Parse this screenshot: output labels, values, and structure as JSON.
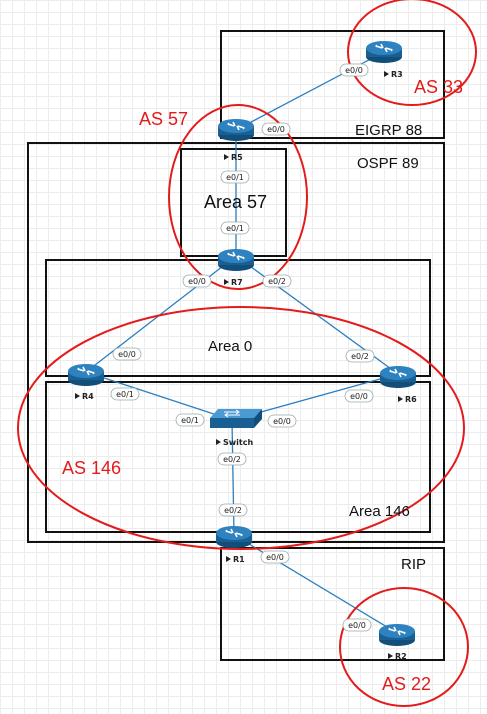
{
  "zones": {
    "eigrp": "EIGRP  88",
    "ospf": "OSPF 89",
    "rip": "RIP",
    "area57": "Area 57",
    "area0": "Area 0",
    "area146": "Area 146"
  },
  "as_labels": {
    "as57": "AS 57",
    "as33": "AS 33",
    "as146": "AS 146",
    "as22": "AS 22"
  },
  "devices": {
    "r1": "R1",
    "r2": "R2",
    "r3": "R3",
    "r4": "R4",
    "r5": "R5",
    "r6": "R6",
    "r7": "R7",
    "switch": "Switch"
  },
  "interfaces": {
    "r3_e00": "e0/0",
    "r5_e00": "e0/0",
    "r5_e01": "e0/1",
    "r7_e01": "e0/1",
    "r7_e00": "e0/0",
    "r7_e02": "e0/2",
    "r4_e00": "e0/0",
    "r6_e02": "e0/2",
    "r4_e01": "e0/1",
    "sw_e01": "e0/1",
    "sw_e00": "e0/0",
    "r6_e00": "e0/0",
    "sw_e02": "e0/2",
    "r1_e02": "e0/2",
    "r1_e00": "e0/0",
    "r2_e00": "e0/0"
  },
  "colors": {
    "as_circle": "#e31b1b",
    "zone_border": "#111111",
    "link": "#2a7fc0",
    "router_body": "#1f6fa8"
  }
}
